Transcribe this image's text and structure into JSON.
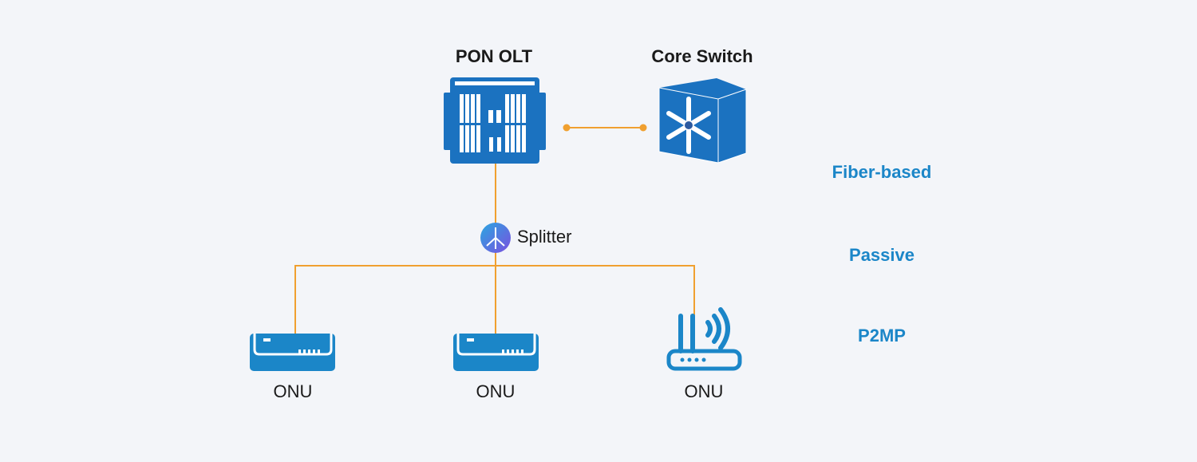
{
  "diagram": {
    "title_olt": "PON OLT",
    "title_switch": "Core Switch",
    "splitter_label": "Splitter",
    "onu_labels": [
      "ONU",
      "ONU",
      "ONU"
    ],
    "features": [
      "Fiber-based",
      "Passive",
      "P2MP"
    ],
    "colors": {
      "device_blue": "#1b72c0",
      "feature_text": "#1b86c8",
      "link_orange": "#f0a030",
      "background": "#f3f5f9"
    }
  }
}
